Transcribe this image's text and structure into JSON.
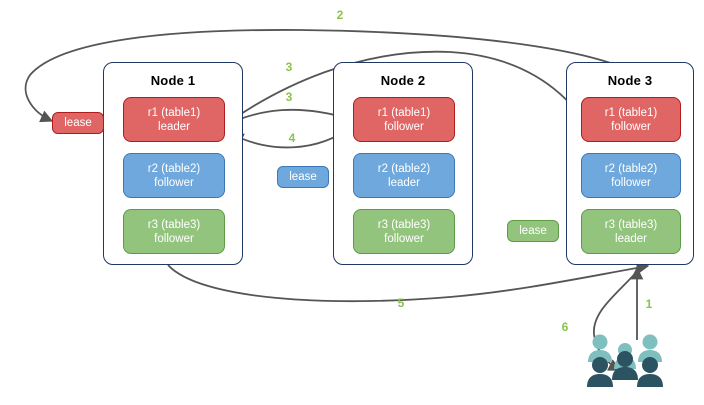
{
  "diagram": {
    "title": "distributed-database-lease-and-replica-routing",
    "colors": {
      "red": "#e06666",
      "red_border": "#b01c1c",
      "blue": "#6fa8dc",
      "blue_border": "#3d77b5",
      "green": "#93c47d",
      "green_border": "#5e9b45",
      "node_border": "#1f3864",
      "edge": "#555555",
      "label": "#8bc34a",
      "user_light": "#7fbfbf",
      "user_dark": "#2c5361",
      "background": "#ffffff"
    }
  },
  "nodes": [
    {
      "id": "node1",
      "title": "Node 1",
      "replicas": [
        {
          "name": "r1 (table1)",
          "role": "leader",
          "color": "red"
        },
        {
          "name": "r2 (table2)",
          "role": "follower",
          "color": "blue"
        },
        {
          "name": "r3 (table3)",
          "role": "follower",
          "color": "green"
        }
      ]
    },
    {
      "id": "node2",
      "title": "Node 2",
      "replicas": [
        {
          "name": "r1 (table1)",
          "role": "follower",
          "color": "red"
        },
        {
          "name": "r2 (table2)",
          "role": "leader",
          "color": "blue"
        },
        {
          "name": "r3 (table3)",
          "role": "follower",
          "color": "green"
        }
      ]
    },
    {
      "id": "node3",
      "title": "Node 3",
      "replicas": [
        {
          "name": "r1 (table1)",
          "role": "follower",
          "color": "red"
        },
        {
          "name": "r2 (table2)",
          "role": "follower",
          "color": "blue"
        },
        {
          "name": "r3 (table3)",
          "role": "leader",
          "color": "green"
        }
      ]
    }
  ],
  "leases": [
    {
      "id": "lease-table1",
      "label": "lease",
      "color": "red"
    },
    {
      "id": "lease-table2",
      "label": "lease",
      "color": "blue"
    },
    {
      "id": "lease-table3",
      "label": "lease",
      "color": "green"
    }
  ],
  "edge_labels": [
    {
      "id": "step-1",
      "text": "1"
    },
    {
      "id": "step-2",
      "text": "2"
    },
    {
      "id": "step-3a",
      "text": "3"
    },
    {
      "id": "step-3b",
      "text": "3"
    },
    {
      "id": "step-4",
      "text": "4"
    },
    {
      "id": "step-5",
      "text": "5"
    },
    {
      "id": "step-6",
      "text": "6"
    }
  ],
  "actors": {
    "users_label": "users-icon"
  }
}
